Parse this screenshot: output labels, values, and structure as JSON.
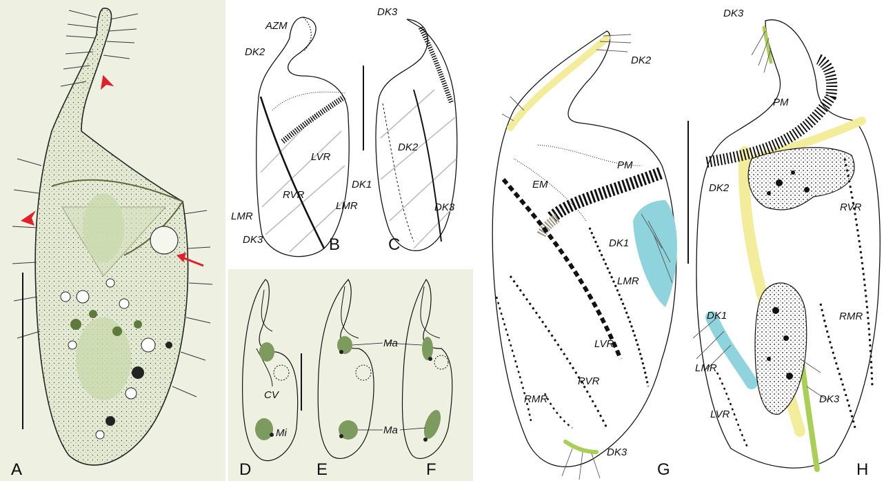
{
  "panels": {
    "A": {
      "letter": "A"
    },
    "B": {
      "letter": "B",
      "labels": [
        "AZM",
        "DK2",
        "LVR",
        "RVR",
        "DK1",
        "LMR",
        "LMR",
        "DK3"
      ]
    },
    "C": {
      "letter": "C",
      "labels": [
        "DK3",
        "DK2",
        "DK3"
      ]
    },
    "D": {
      "letter": "D",
      "labels": [
        "CV",
        "Mi"
      ]
    },
    "E": {
      "letter": "E",
      "labels": [
        "Ma",
        "Ma"
      ]
    },
    "F": {
      "letter": "F"
    },
    "G": {
      "letter": "G",
      "labels": [
        "DK2",
        "PM",
        "EM",
        "DK1",
        "LMR",
        "LVR",
        "RMR",
        "RVR",
        "DK3"
      ]
    },
    "H": {
      "letter": "H",
      "labels": [
        "DK3",
        "PM",
        "DK2",
        "RVR",
        "DK1",
        "RMR",
        "LMR",
        "DK3",
        "LVR"
      ]
    }
  },
  "colors": {
    "panel_bg": "#eef0e2",
    "stipple": "#222222",
    "green_nucleus": "#7d9a5f",
    "yellow_kinety": "#f3ec9a",
    "blue_kinety": "#8fd3dc",
    "lime_kinety": "#a9cf54",
    "red_arrow": "#e0202a",
    "grey_rows": "#b9b9b9"
  },
  "icons": [
    "arrowhead-icon",
    "arrow-icon",
    "scale-bar"
  ]
}
